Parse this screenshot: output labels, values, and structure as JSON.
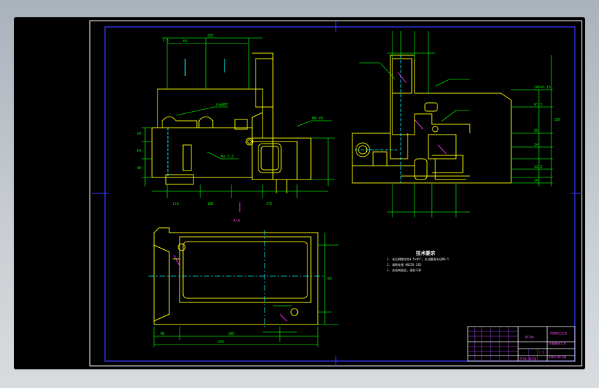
{
  "drawing": {
    "tech_title": "技术要求",
    "tech_lines": [
      "1. 未注倒角均为0.5×45°，未注圆角半径R0.5",
      "2. 调质处理 HB235-265",
      "3. 去毛刺锐边，清洗干净"
    ],
    "title_block": {
      "company": "机械加工工艺",
      "part_name": "主轴箱体工艺",
      "drawing_no": "ZX04-00-00",
      "material": "HT200",
      "scale": "1:1",
      "sheet": "共1张 第1张"
    },
    "dims": {
      "top_a": "205",
      "top_b": "64",
      "top_c": "7.5",
      "left_1": "20",
      "left_2": "54",
      "left_3": "30",
      "bot_1": "115",
      "bot_2": "185",
      "bot_3": "275",
      "view3_w1": "375",
      "view3_w2": "105",
      "view3_w3": "45",
      "view3_h": "80",
      "right_1": "100+0.15",
      "right_2": "150",
      "right_3": "67.5",
      "right_4": "55",
      "right_5": "24",
      "right_6": "12.5",
      "right_7": "10"
    },
    "notes": {
      "hole_note": "2×φ8H7",
      "thread_note": "M6-7H",
      "rough": "Ra 3.2",
      "section": "A-A"
    }
  }
}
